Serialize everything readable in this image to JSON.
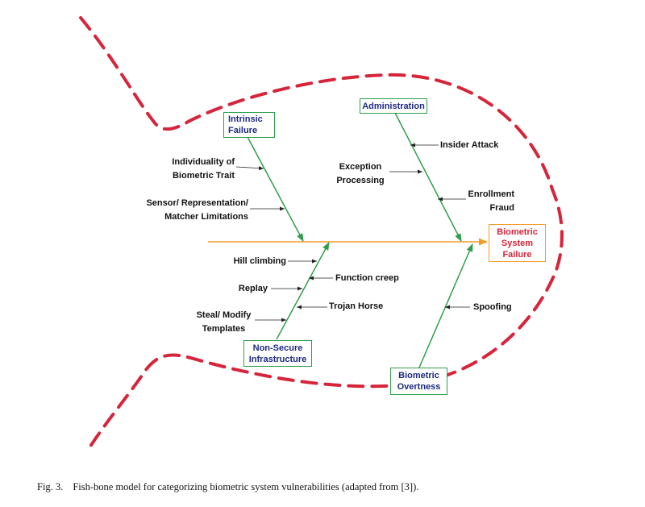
{
  "colors": {
    "outline": "#d6243a",
    "spine": "#f39c2a",
    "bone": "#2e9e4a",
    "category_text": "#1e2a80",
    "effect_text": "#d6243a"
  },
  "effect": {
    "label": "Biometric System Failure"
  },
  "categories": {
    "intrinsic": "Intrinsic Failure",
    "administration": "Administration",
    "infrastructure": "Non-Secure Infrastructure",
    "overtness": "Biometric Overtness"
  },
  "causes": {
    "individuality": "Individuality of Biometric Trait",
    "sensor": "Sensor/ Representation/ Matcher Limitations",
    "insider": "Insider Attack",
    "exception": "Exception Processing",
    "enrollment": "Enrollment Fraud",
    "hill": "Hill climbing",
    "function_creep": "Function creep",
    "replay": "Replay",
    "trojan": "Trojan Horse",
    "steal": "Steal/ Modify Templates",
    "spoofing": "Spoofing"
  },
  "caption": {
    "figure": "Fig. 3.",
    "text": "Fish-bone model for categorizing biometric system vulnerabilities (adapted from [3])."
  }
}
